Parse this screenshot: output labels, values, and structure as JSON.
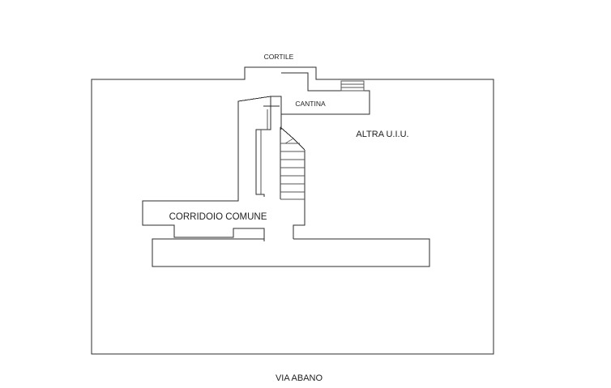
{
  "labels": {
    "courtyard": "CORTILE",
    "cellar": "CANTINA",
    "other_unit": "ALTRA U.I.U.",
    "common_corridor": "CORRIDOIO COMUNE",
    "street": "VIA ABANO"
  },
  "colors": {
    "line": "#2b2b2b",
    "text": "#222222",
    "background": "#ffffff"
  }
}
